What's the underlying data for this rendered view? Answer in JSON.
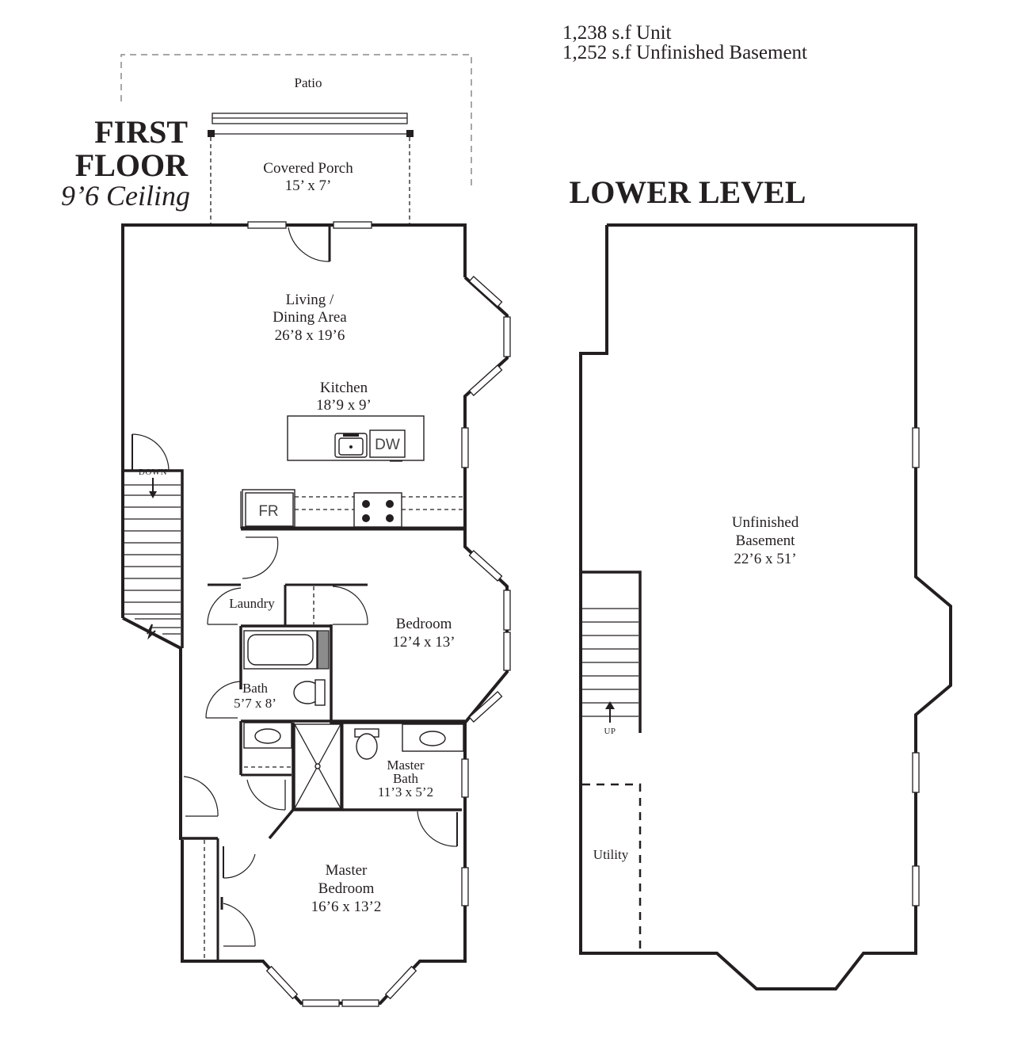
{
  "header": {
    "unit_area": "1,238 s.f Unit",
    "basement_area": "1,252 s.f Unfinished Basement"
  },
  "first_floor": {
    "title_line1": "FIRST",
    "title_line2": "FLOOR",
    "ceiling": "9’6 Ceiling",
    "patio": "Patio",
    "covered_porch": {
      "name": "Covered Porch",
      "size": "15’ x 7’"
    },
    "living": {
      "name_line1": "Living /",
      "name_line2": "Dining Area",
      "size": "26’8 x 19’6"
    },
    "kitchen": {
      "name": "Kitchen",
      "size": "18’9 x 9’",
      "dishwasher": "DW",
      "fridge": "FR"
    },
    "stairs_label": "DOWN",
    "laundry": {
      "name": "Laundry"
    },
    "bedroom": {
      "name": "Bedroom",
      "size": "12’4 x 13’"
    },
    "bath": {
      "name": "Bath",
      "size": "5’7 x 8’"
    },
    "master_bath": {
      "name_line1": "Master",
      "name_line2": "Bath",
      "size": "11’3 x 5’2"
    },
    "master_bedroom": {
      "name_line1": "Master",
      "name_line2": "Bedroom",
      "size": "16’6 x 13’2"
    }
  },
  "lower_level": {
    "title": "LOWER LEVEL",
    "basement": {
      "name_line1": "Unfinished",
      "name_line2": "Basement",
      "size": "22’6 x 51’"
    },
    "stairs_label": "UP",
    "utility": {
      "name": "Utility"
    }
  }
}
